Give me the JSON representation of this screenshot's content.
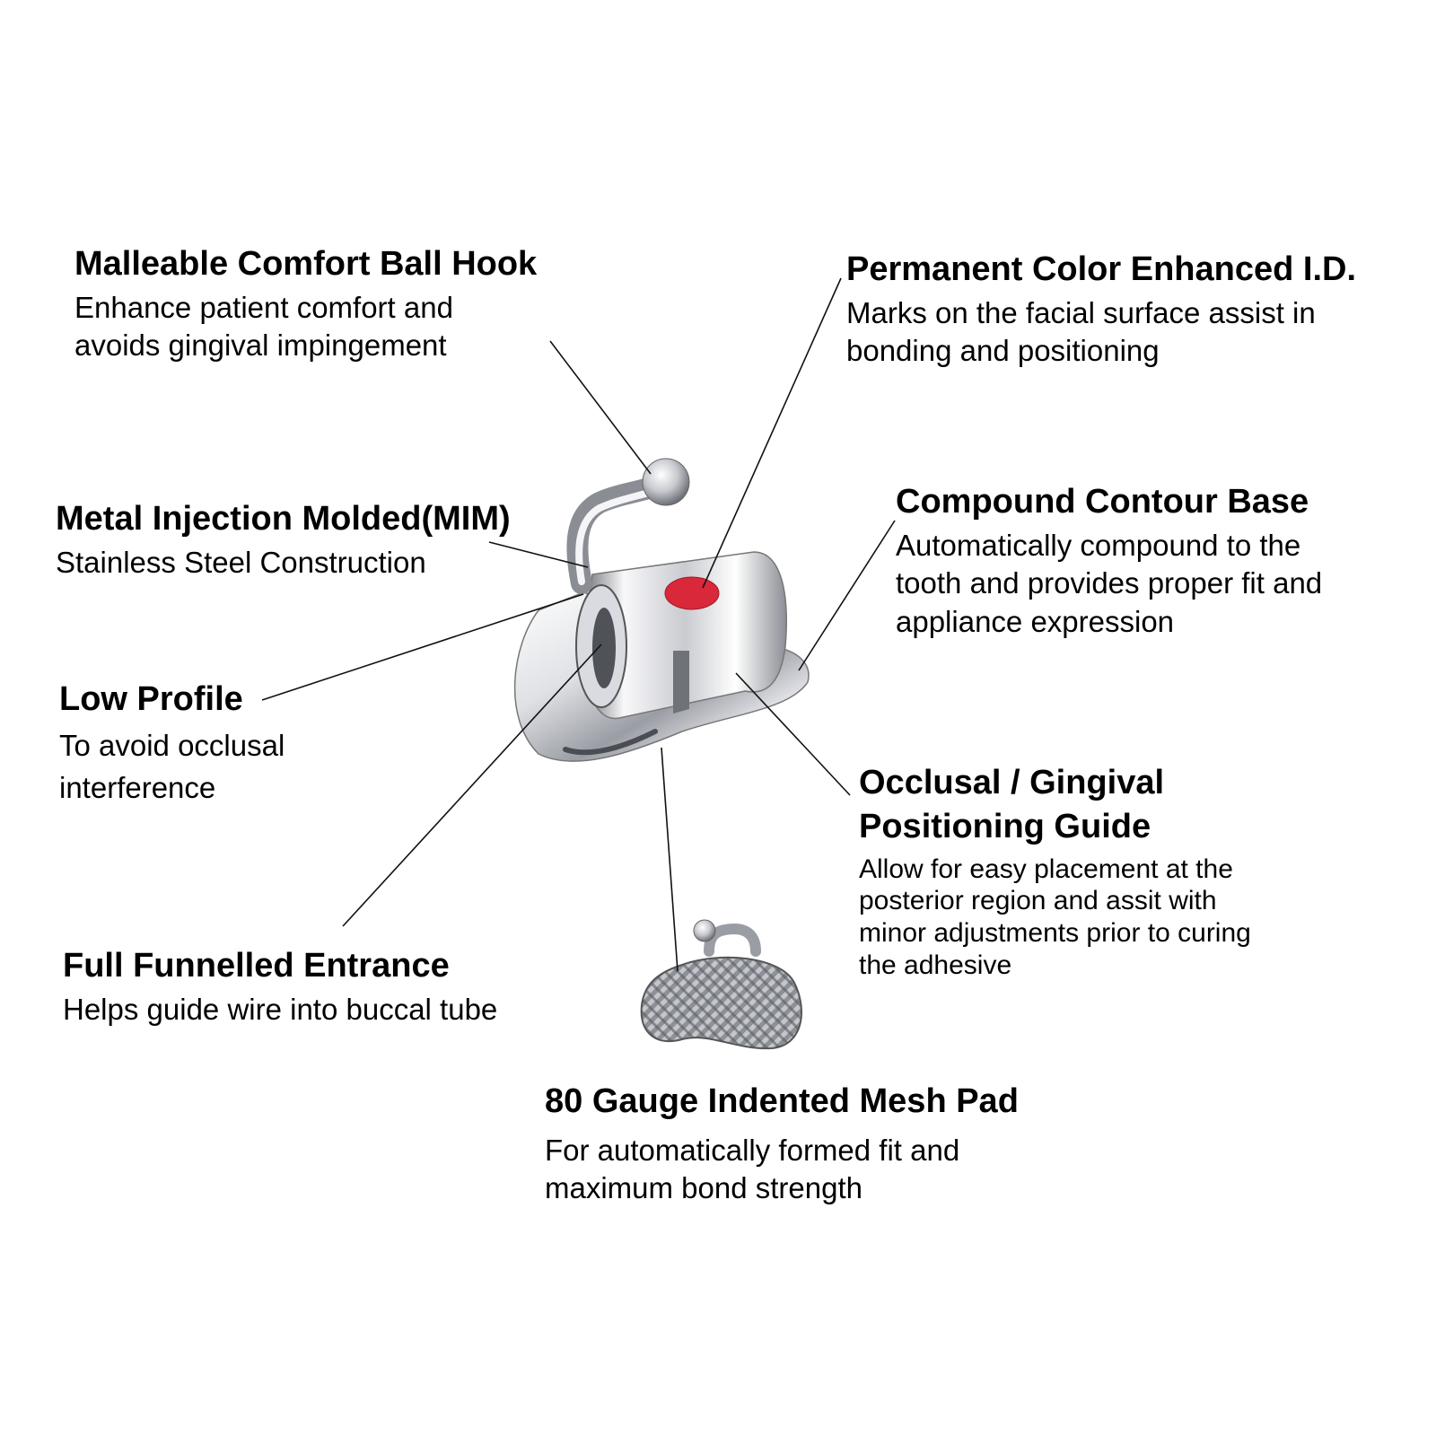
{
  "features": [
    {
      "id": "ball_hook",
      "title": "Malleable Comfort Ball Hook",
      "description": "Enhance patient comfort and\navoids gingival impingement"
    },
    {
      "id": "color_id",
      "title": "Permanent Color Enhanced I.D.",
      "description": "Marks on the facial surface assist in\nbonding and positioning"
    },
    {
      "id": "mim",
      "title": "Metal Injection Molded(MIM)",
      "description": "Stainless Steel Construction"
    },
    {
      "id": "contour_base",
      "title": "Compound Contour Base",
      "description": "Automatically compound to the\ntooth and provides proper fit and\nappliance expression"
    },
    {
      "id": "low_profile",
      "title": "Low Profile",
      "description": "To avoid occlusal\ninterference"
    },
    {
      "id": "positioning_guide",
      "title": "Occlusal / Gingival\nPositioning Guide",
      "description": "Allow for easy placement at the\nposterior region and assit with\nminor adjustments prior to curing\nthe adhesive"
    },
    {
      "id": "funnelled_entrance",
      "title": "Full Funnelled Entrance",
      "description": "Helps guide wire into buccal tube"
    },
    {
      "id": "mesh_pad",
      "title": "80 Gauge Indented Mesh Pad",
      "description": "For automatically formed fit and\nmaximum bond strength"
    }
  ],
  "colors": {
    "id_mark": "#d8283a",
    "metal_light": "#f4f4f6",
    "metal_dark": "#6f7279"
  },
  "icons": [
    "buccal-tube-icon",
    "mesh-pad-icon"
  ]
}
